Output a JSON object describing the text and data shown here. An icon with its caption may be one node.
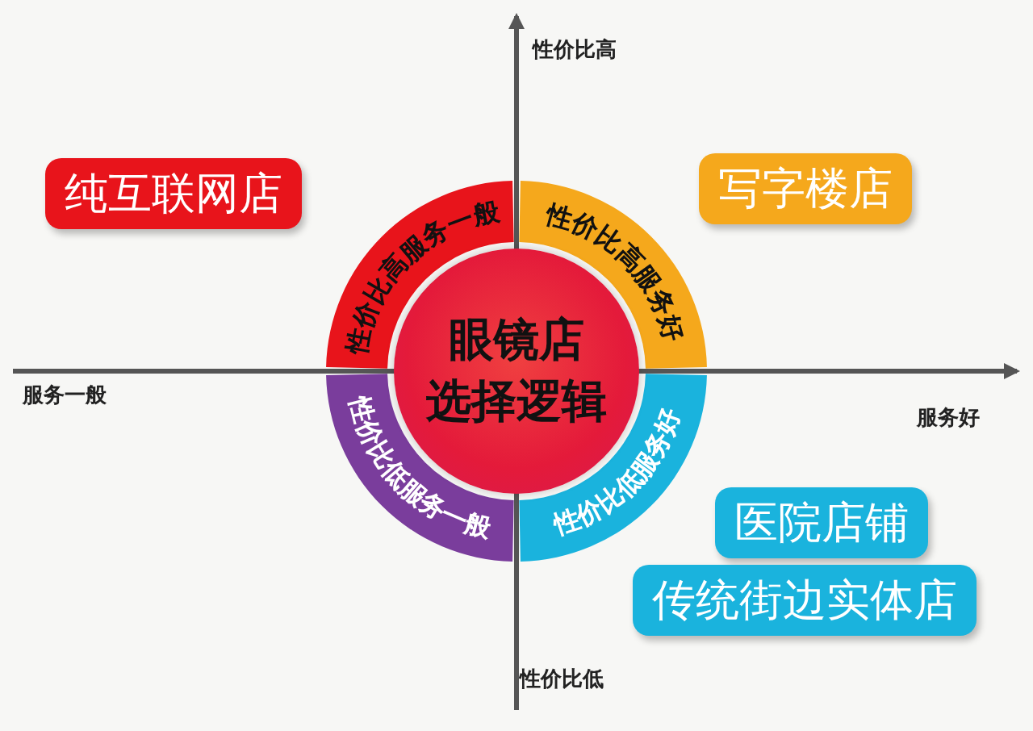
{
  "diagram": {
    "nodes": [
      {
        "text": [
          "眼镜店",
          "选择逻辑"
        ]
      },
      {
        "text": [
          "性价比高服务一般"
        ]
      },
      {
        "text": [
          "性价比高服务好"
        ]
      },
      {
        "text": [
          "性价比低服务一般"
        ]
      },
      {
        "text": [
          "性价比低服务好"
        ]
      },
      {
        "text": [
          "纯互联网店"
        ]
      },
      {
        "text": [
          "写字楼店"
        ]
      },
      {
        "text": [
          "医院店铺"
        ]
      },
      {
        "text": [
          "传统街边实体店"
        ]
      }
    ],
    "edges": [],
    "labels": [
      "性价比高",
      "服务一般",
      "服务好",
      "性价比低"
    ]
  }
}
